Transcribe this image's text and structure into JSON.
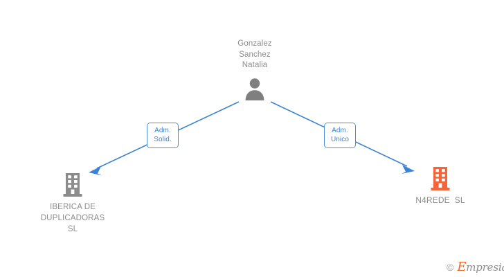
{
  "diagram": {
    "type": "org-relationship-graph",
    "background": "#ffffff",
    "person": {
      "name": "Gonzalez\nSanchez\nNatalia",
      "icon": "person-icon",
      "icon_color": "#7f7f7f",
      "text_color": "#8c8c8c"
    },
    "companies": [
      {
        "id": "iberica",
        "name": "IBERICA DE\nDUPLICADORAS\nSL",
        "icon": "building-icon",
        "icon_color": "#8c8c8c",
        "text_color": "#8c8c8c",
        "position": "bottom-left"
      },
      {
        "id": "n4rede",
        "name": "N4REDE  SL",
        "icon": "building-icon",
        "icon_color": "#f4653a",
        "text_color": "#8c8c8c",
        "position": "bottom-right"
      }
    ],
    "edges": [
      {
        "id": "edge-iberica",
        "from": "person",
        "to": "iberica",
        "label": "Adm.\nSolid.",
        "color": "#4a90d9",
        "arrow": "down-left"
      },
      {
        "id": "edge-n4rede",
        "from": "person",
        "to": "n4rede",
        "label": "Adm.\nUnico",
        "color": "#4a90d9",
        "arrow": "down-right"
      }
    ],
    "edge_color": "#3d83d4",
    "label_border_color": "#4a90d9",
    "label_text_color": "#3f7fcf"
  },
  "watermark": {
    "copyright": "©",
    "brand_initial": "E",
    "brand_rest": "mpresia",
    "brand_full": "Empresia",
    "accent_color": "#ef6c31",
    "text_color": "#8c8c8c"
  }
}
